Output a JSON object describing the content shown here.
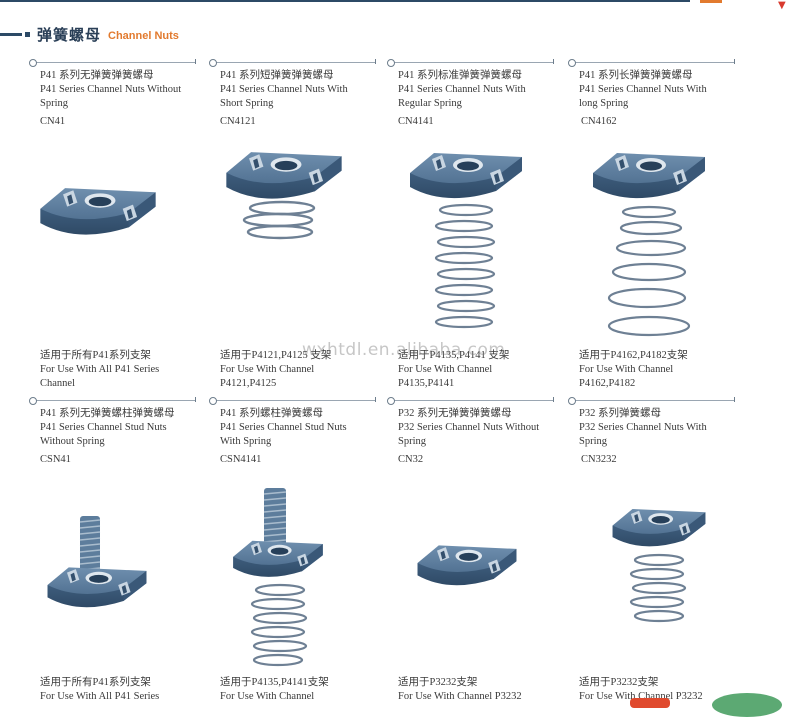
{
  "header": {
    "title_cn": "弹簧螺母",
    "title_en": "Channel Nuts"
  },
  "watermark": "wxhtdl.en.alibaba.com",
  "items": [
    {
      "desc": [
        "P41 系列无弹簧弹簧螺母",
        "P41 Series Channel Nuts Without",
        "Spring"
      ],
      "code": "CN41",
      "use": [
        "适用于所有P41系列支架",
        "For Use With All P41 Series",
        "Channel"
      ]
    },
    {
      "desc": [
        "P41 系列短弹簧弹簧螺母",
        "P41 Series Channel Nuts With",
        "Short Spring"
      ],
      "code": "CN4121",
      "use": [
        "适用于P4121,P4125 支架",
        "For Use With Channel",
        "P4121,P4125"
      ]
    },
    {
      "desc": [
        "P41 系列标准弹簧弹簧螺母",
        "P41 Series Channel Nuts With",
        "Regular Spring"
      ],
      "code": "CN4141",
      "use": [
        "适用于P4135,P4141 支架",
        "For Use With Channel",
        "P4135,P4141"
      ]
    },
    {
      "desc": [
        "P41 系列长弹簧弹簧螺母",
        "P41 Series Channel Nuts With",
        "long Spring"
      ],
      "code": "CN4162",
      "use": [
        "适用于P4162,P4182支架",
        "For Use With Channel",
        "P4162,P4182"
      ]
    },
    {
      "desc": [
        "P41 系列无弹簧螺柱弹簧螺母",
        "P41 Series Channel Stud Nuts",
        "Without Spring"
      ],
      "code": "CSN41",
      "use": [
        "适用于所有P41系列支架",
        "For Use With All P41 Series"
      ]
    },
    {
      "desc": [
        "P41 系列螺柱弹簧螺母",
        "P41 Series Channel Stud Nuts",
        "With Spring"
      ],
      "code": "CSN4141",
      "use": [
        "适用于P4135,P4141支架",
        "For Use With Channel"
      ]
    },
    {
      "desc": [
        "P32 系列无弹簧弹簧螺母",
        "P32 Series Channel Nuts Without",
        "Spring"
      ],
      "code": "CN32",
      "use": [
        "适用于P3232支架",
        "For Use With Channel P3232"
      ]
    },
    {
      "desc": [
        "P32 系列弹簧螺母",
        "P32 Series Channel Nuts With",
        "Spring"
      ],
      "code": "CN3232",
      "use": [
        "适用于P3232支架",
        "For Use With Channel P3232"
      ]
    }
  ]
}
